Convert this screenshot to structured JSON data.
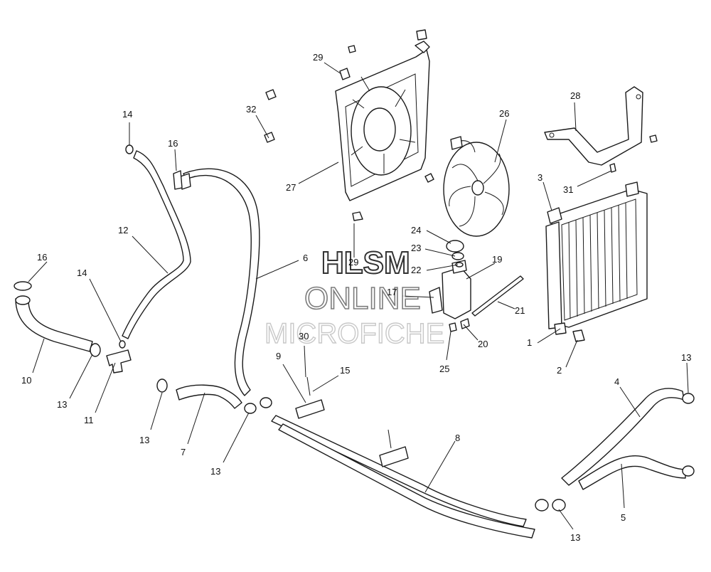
{
  "watermark": {
    "line1": "HLSM",
    "line2": "ONLINE",
    "line3": "MICROFICHE"
  },
  "callouts": [
    "1",
    "2",
    "3",
    "4",
    "5",
    "6",
    "7",
    "8",
    "9",
    "10",
    "11",
    "12",
    "13",
    "14",
    "15",
    "16",
    "17",
    "19",
    "20",
    "21",
    "22",
    "23",
    "24",
    "25",
    "26",
    "27",
    "28",
    "29",
    "30",
    "31",
    "32"
  ],
  "colors": {
    "line": "#1a1a1a",
    "background": "#ffffff",
    "shade": "#d9d9d9"
  }
}
